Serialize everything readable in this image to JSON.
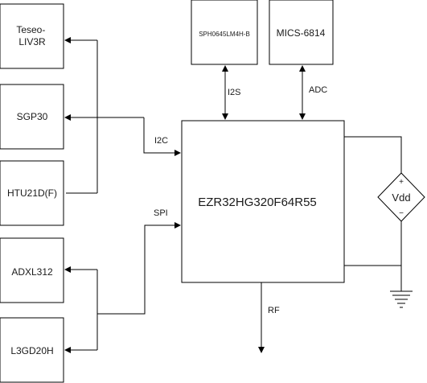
{
  "blocks": {
    "teseo": "Teseo-\nLIV3R",
    "sgp30": "SGP30",
    "htu21d": "HTU21D(F)",
    "adxl312": "ADXL312",
    "l3gd20h": "L3GD20H",
    "sph0645": "SPH0645LM4H-B",
    "mics": "MICS-6814",
    "mcu": "EZR32HG320F64R55"
  },
  "power": {
    "vdd": "Vdd",
    "plus": "+",
    "minus": "−"
  },
  "bus_labels": {
    "i2c": "I2C",
    "spi": "SPI",
    "i2s": "I2S",
    "adc": "ADC",
    "rf": "RF"
  },
  "colors": {
    "stroke": "#000000",
    "fill": "#ffffff",
    "text": "#1a1a1a"
  }
}
